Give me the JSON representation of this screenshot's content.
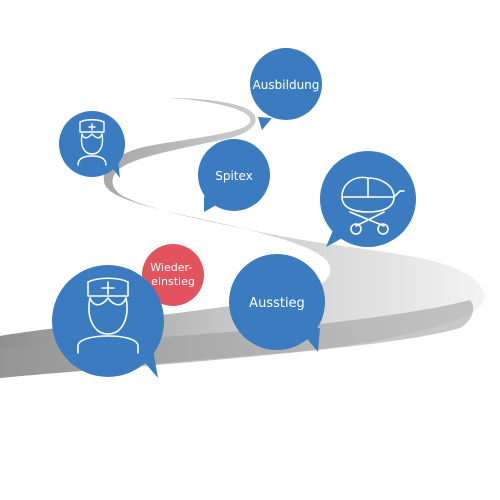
{
  "colors": {
    "bubble_blue": "#3b7bbf",
    "bubble_red": "#e2535e",
    "road_light": "#f1f1f1",
    "road_dark": "#8c8c8c",
    "icon_stroke": "#ffffff"
  },
  "bubbles": {
    "ausbildung": {
      "label": "Ausbildung"
    },
    "spitex": {
      "label": "Spitex"
    },
    "ausstieg": {
      "label": "Ausstieg"
    },
    "wiedereinstieg": {
      "line1": "Wieder-",
      "line2": "einstieg"
    }
  },
  "icons": {
    "nurse_small": "nurse-icon",
    "nurse_large": "nurse-icon",
    "stroller": "baby-stroller-icon"
  }
}
